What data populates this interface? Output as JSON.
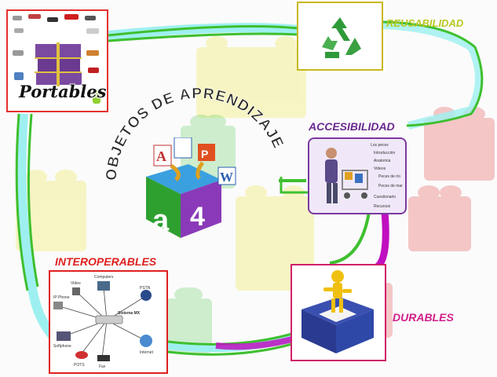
{
  "title": {
    "text": "OBJETOS DE APRENDIZAJE",
    "color": "#2a2a2a"
  },
  "center_icon": {
    "letters": [
      "a",
      "4"
    ],
    "apps": [
      "A",
      "W",
      "P"
    ]
  },
  "nodes": {
    "portables": {
      "image_text": "Portables",
      "border_color": "#e53030"
    },
    "reusabilidad": {
      "label": "REUSABILIDAD",
      "label_color": "#b8c820",
      "border_color": "#c8b820",
      "icon": "recycle-icon"
    },
    "accesibilidad": {
      "label": "ACCESIBILIDAD",
      "label_color": "#6a2a90",
      "border_color": "#7a3aa0",
      "folder_items": [
        "Los peces",
        "Introducción",
        "Anatomía",
        "Videos",
        "Peces de río",
        "Peces de mar",
        "Cuestionario",
        "Recursos"
      ]
    },
    "durables": {
      "label": "DURABLES",
      "label_color": "#d0208a",
      "border_color": "#d0206a"
    },
    "interoperables": {
      "label": "INTEROPERABLES",
      "label_color": "#e02020",
      "border_color": "#e02020",
      "center_device": "Sistema MX",
      "devices": [
        "Computers",
        "Video",
        "IP Phone",
        "PSTN",
        "Softphone",
        "Internet",
        "POTS",
        "Fax"
      ]
    }
  },
  "colors": {
    "path_green": "#3fbf2f",
    "path_cyan": "#9ef0f0",
    "path_magenta": "#c010c0"
  }
}
